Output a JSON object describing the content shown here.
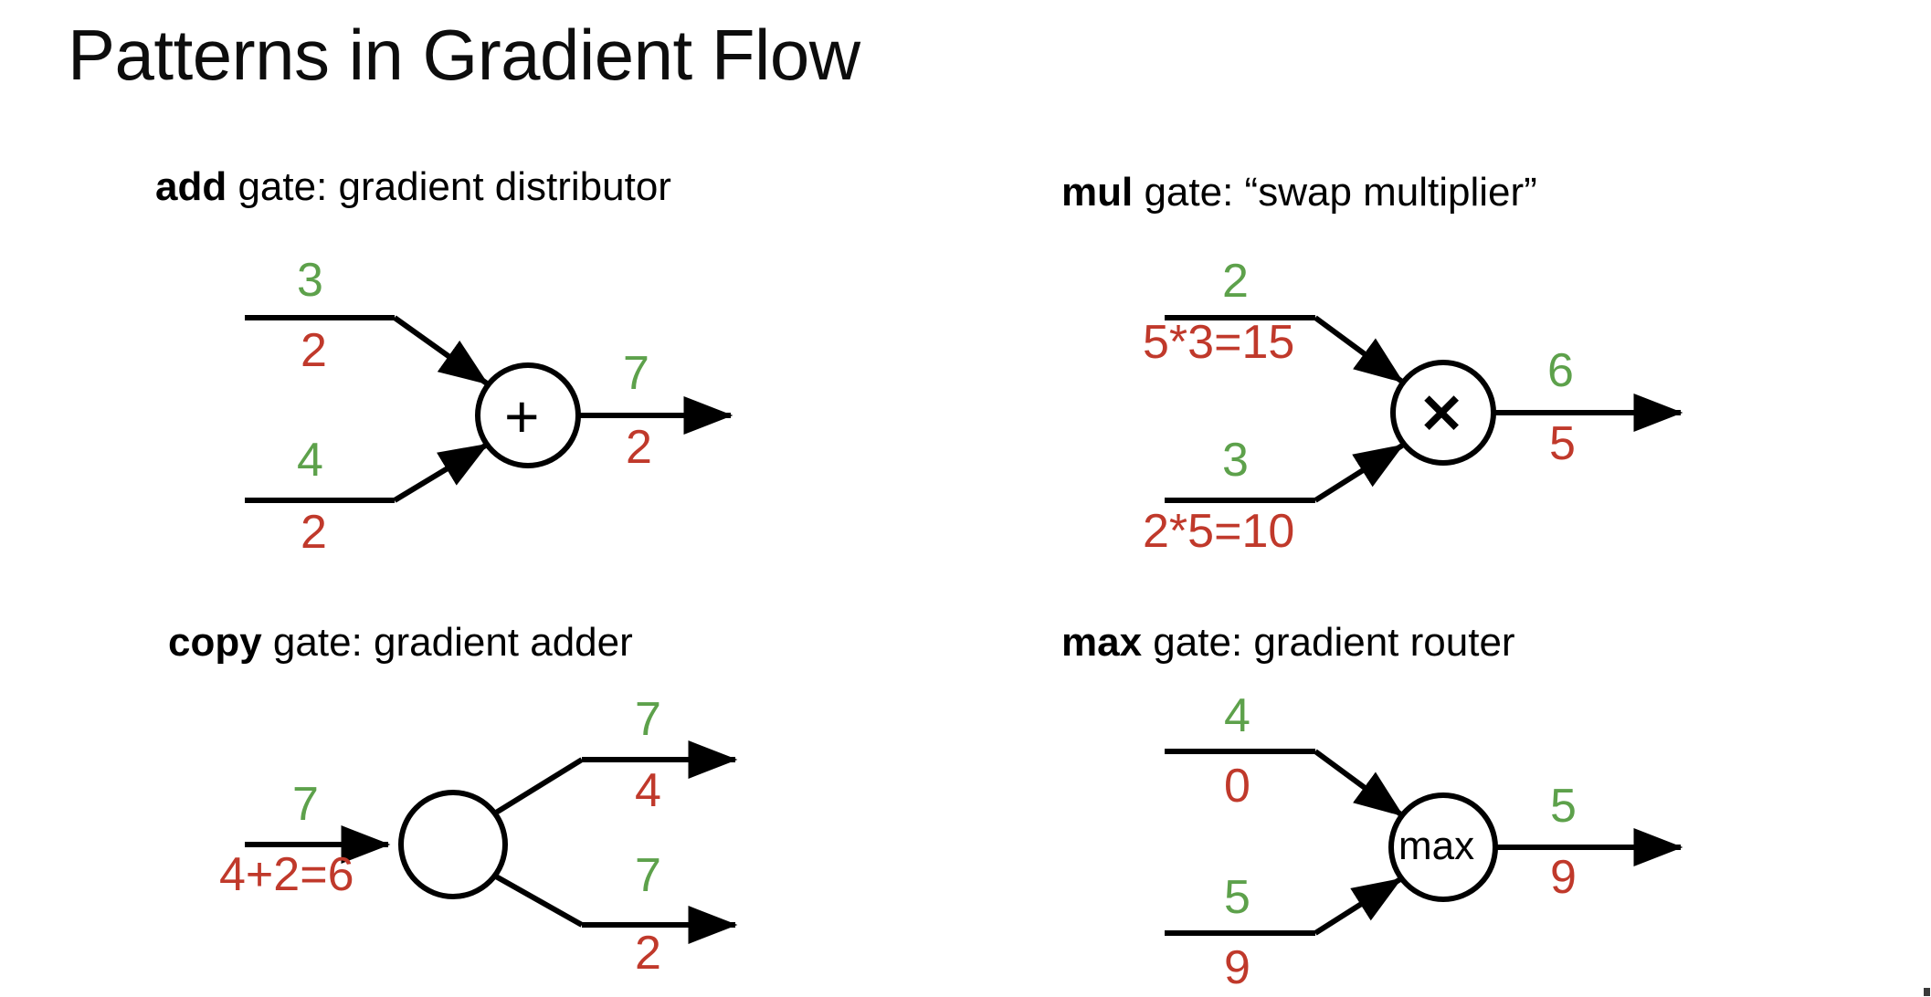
{
  "slide": {
    "title": "Patterns in Gradient Flow",
    "colors": {
      "forward_value": "#5da14b",
      "gradient_value": "#c0392b",
      "stroke": "#000000",
      "background": "#ffffff"
    }
  },
  "panels": {
    "add": {
      "heading_bold": "add",
      "heading_rest": " gate: gradient distributor",
      "node_symbol": "+",
      "inputs": [
        {
          "forward": "3",
          "gradient": "2"
        },
        {
          "forward": "4",
          "gradient": "2"
        }
      ],
      "output": {
        "forward": "7",
        "gradient": "2"
      }
    },
    "mul": {
      "heading_bold": "mul",
      "heading_rest": " gate: “swap multiplier”",
      "node_symbol": "✕",
      "inputs": [
        {
          "forward": "2",
          "gradient": "5*3=15"
        },
        {
          "forward": "3",
          "gradient": "2*5=10"
        }
      ],
      "output": {
        "forward": "6",
        "gradient": "5"
      }
    },
    "copy": {
      "heading_bold": "copy",
      "heading_rest": " gate: gradient adder",
      "node_symbol": "",
      "inputs": [
        {
          "forward": "7",
          "gradient": "4+2=6"
        }
      ],
      "outputs": [
        {
          "forward": "7",
          "gradient": "4"
        },
        {
          "forward": "7",
          "gradient": "2"
        }
      ]
    },
    "max": {
      "heading_bold": "max",
      "heading_rest": " gate: gradient router",
      "node_symbol": "max",
      "inputs": [
        {
          "forward": "4",
          "gradient": "0"
        },
        {
          "forward": "5",
          "gradient": "9"
        }
      ],
      "output": {
        "forward": "5",
        "gradient": "9"
      }
    }
  }
}
